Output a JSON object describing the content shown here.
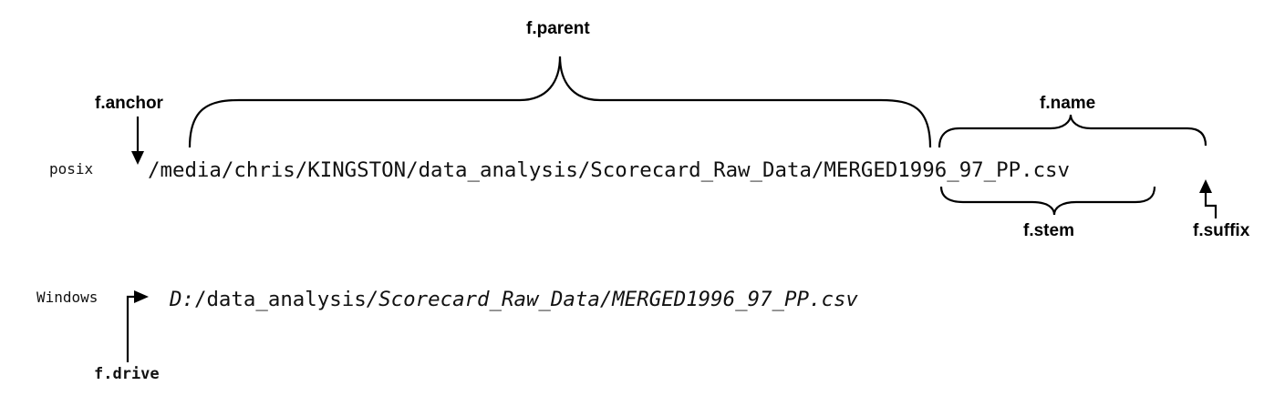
{
  "posix": {
    "os_label": "posix",
    "path": "/media/chris/KINGSTON/data_analysis/Scorecard_Raw_Data/MERGED1996_97_PP.csv",
    "labels": {
      "anchor": "f.anchor",
      "parent": "f.parent",
      "name": "f.name",
      "stem": "f.stem",
      "suffix": "f.suffix"
    }
  },
  "windows": {
    "os_label": "Windows",
    "path_drive": "D:",
    "path_middle": "/data_analysis",
    "path_rest": "/Scorecard_Raw_Data/MERGED1996_97_PP.csv",
    "labels": {
      "drive": "f.drive"
    }
  }
}
